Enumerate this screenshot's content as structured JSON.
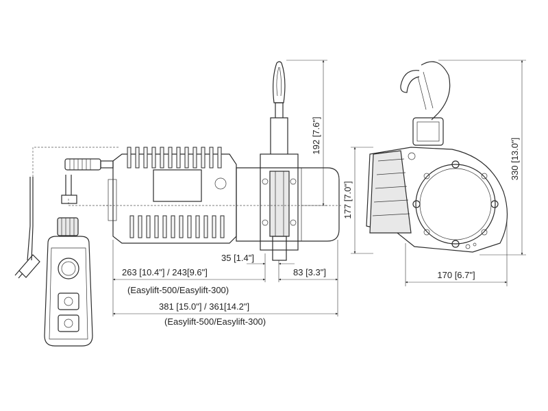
{
  "dimensions": {
    "d263": "263 [10.4\"] / 243[9.6\"]",
    "models_1": "(Easylift-500/Easylift-300)",
    "d381": "381 [15.0\"] / 361[14.2\"]",
    "models_2": "(Easylift-500/Easylift-300)",
    "d35": "35 [1.4\"]",
    "d83": "83 [3.3\"]",
    "d192": "192 [7.6\"]",
    "d177": "177 [7.0\"]",
    "d170": "170 [6.7\"]",
    "d330": "330 [13.0\"]"
  },
  "colors": {
    "line": "#2a2a2a",
    "background": "#ffffff"
  }
}
